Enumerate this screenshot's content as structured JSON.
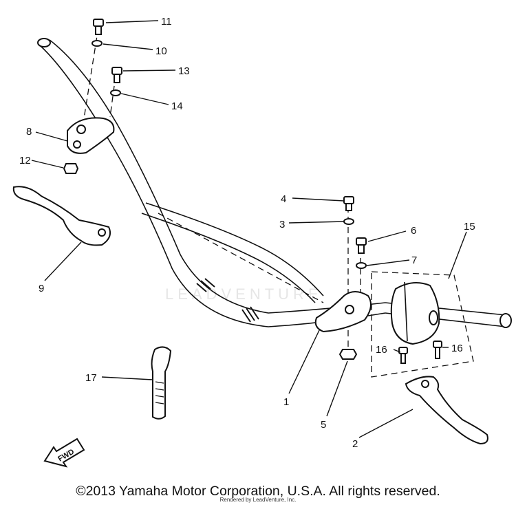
{
  "callouts": {
    "c1": "1",
    "c2": "2",
    "c3": "3",
    "c4": "4",
    "c5": "5",
    "c6": "6",
    "c7": "7",
    "c8": "8",
    "c9": "9",
    "c10": "10",
    "c11": "11",
    "c12": "12",
    "c13": "13",
    "c14": "14",
    "c15": "15",
    "c16a": "16",
    "c16b": "16",
    "c17": "17"
  },
  "fwd_label": "FWD",
  "watermark": "LEADVENTURE",
  "footer": {
    "copyright": "©2013 Yamaha Motor Corporation, U.S.A. All rights reserved.",
    "credit": "Rendered by LeadVenture, Inc."
  }
}
